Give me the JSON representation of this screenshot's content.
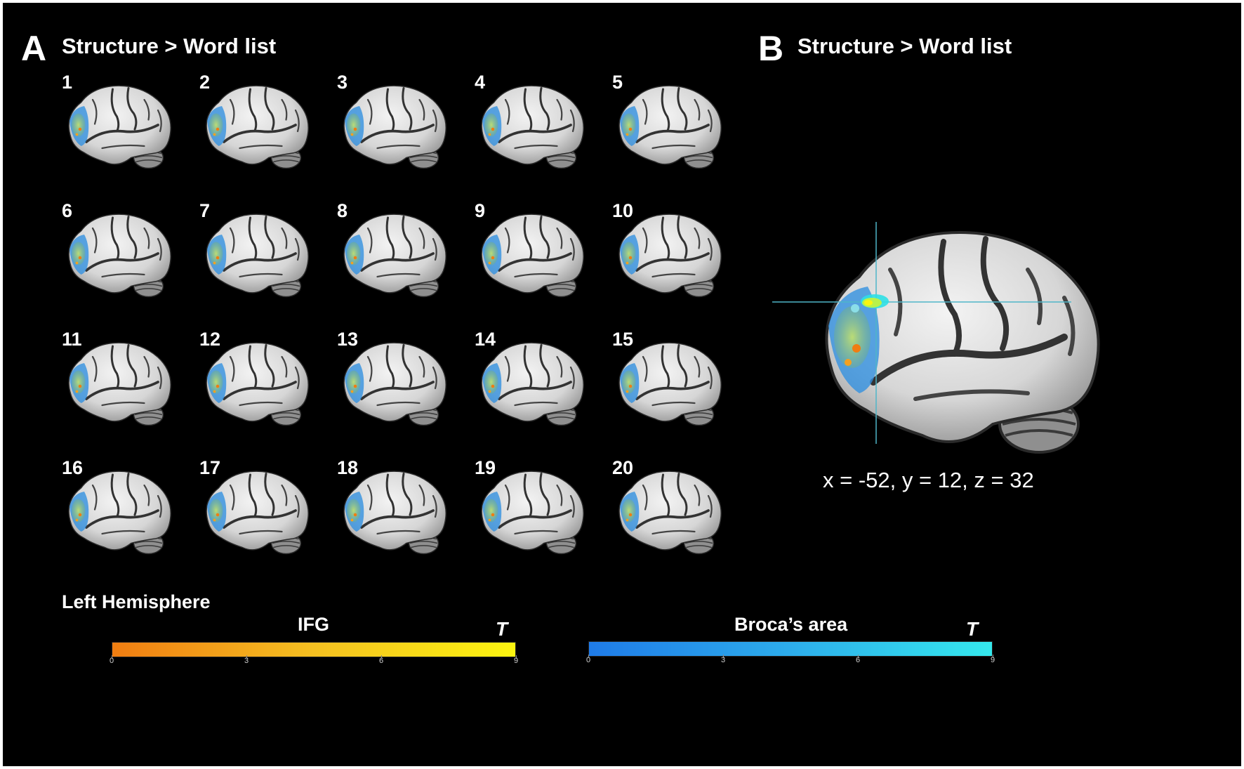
{
  "panel_a": {
    "letter": "A",
    "title": "Structure > Word list",
    "brain_labels": [
      "1",
      "2",
      "3",
      "4",
      "5",
      "6",
      "7",
      "8",
      "9",
      "10",
      "11",
      "12",
      "13",
      "14",
      "15",
      "16",
      "17",
      "18",
      "19",
      "20"
    ],
    "hemisphere_label": "Left Hemisphere"
  },
  "panel_b": {
    "letter": "B",
    "title": "Structure > Word list",
    "coordinates": "x = -52, y = 12, z = 32"
  },
  "colorbars": {
    "ifg": {
      "title": "IFG",
      "unit_label": "T",
      "ticks": [
        "0",
        "3",
        "6",
        "9"
      ],
      "color_low": "#f07d12",
      "color_high": "#fbf410"
    },
    "broca": {
      "title": "Broca’s area",
      "unit_label": "T",
      "ticks": [
        "0",
        "3",
        "6",
        "9"
      ],
      "color_low": "#1f7be8",
      "color_high": "#35e8ec"
    }
  },
  "colors": {
    "background": "#000000",
    "ifg_overlay": "#f07d12",
    "broca_overlay": "#2f8fe0",
    "crosshair": "#4fb6c8"
  }
}
